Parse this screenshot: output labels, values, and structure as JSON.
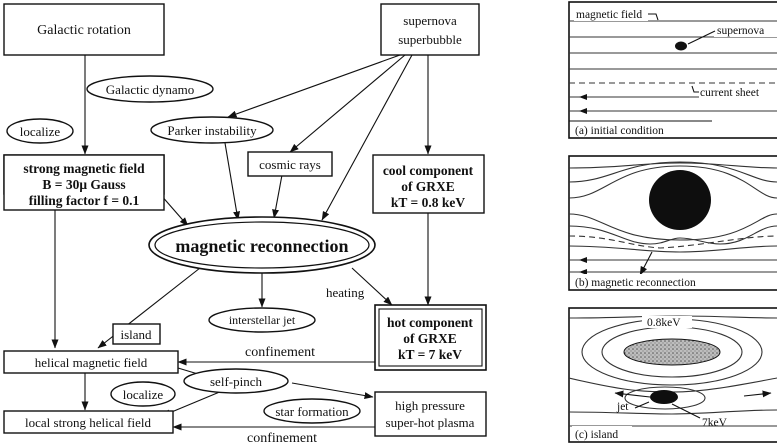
{
  "flowchart": {
    "galactic_rotation": "Galactic rotation",
    "supernova_line1": "supernova",
    "supernova_line2": "superbubble",
    "galactic_dynamo": "Galactic dynamo",
    "localize_top": "localize",
    "parker_instability": "Parker instability",
    "cosmic_rays": "cosmic rays",
    "strong_field_line1": "strong magnetic field",
    "strong_field_line2": "B = 30μ Gauss",
    "strong_field_line3": "filling factor f = 0.1",
    "cool_line1": "cool component",
    "cool_line2": "of GRXE",
    "cool_line3": "kT = 0.8 keV",
    "magnetic_reconnection": "magnetic reconnection",
    "heating": "heating",
    "island": "island",
    "interstellar_jet": "interstellar jet",
    "hot_line1": "hot component",
    "hot_line2": "of GRXE",
    "hot_line3": "kT = 7 keV",
    "helical_field": "helical magnetic field",
    "confinement_top": "confinement",
    "localize_bottom": "localize",
    "self_pinch": "self-pinch",
    "star_formation": "star formation",
    "high_pressure_line1": "high pressure",
    "high_pressure_line2": "super-hot plasma",
    "local_helical": "local strong helical field",
    "confinement_bottom": "confinement"
  },
  "panels": {
    "a_magnetic_field": "magnetic field",
    "a_supernova": "supernova",
    "a_current_sheet": "current sheet",
    "a_caption": "(a) initial condition",
    "b_reconnection": "magnetic reconnection",
    "b_caption": "(b) magnetic reconnection",
    "c_08kev": "0.8keV",
    "c_jet": "jet",
    "c_7kev": "7keV",
    "c_caption": "(c) island"
  }
}
